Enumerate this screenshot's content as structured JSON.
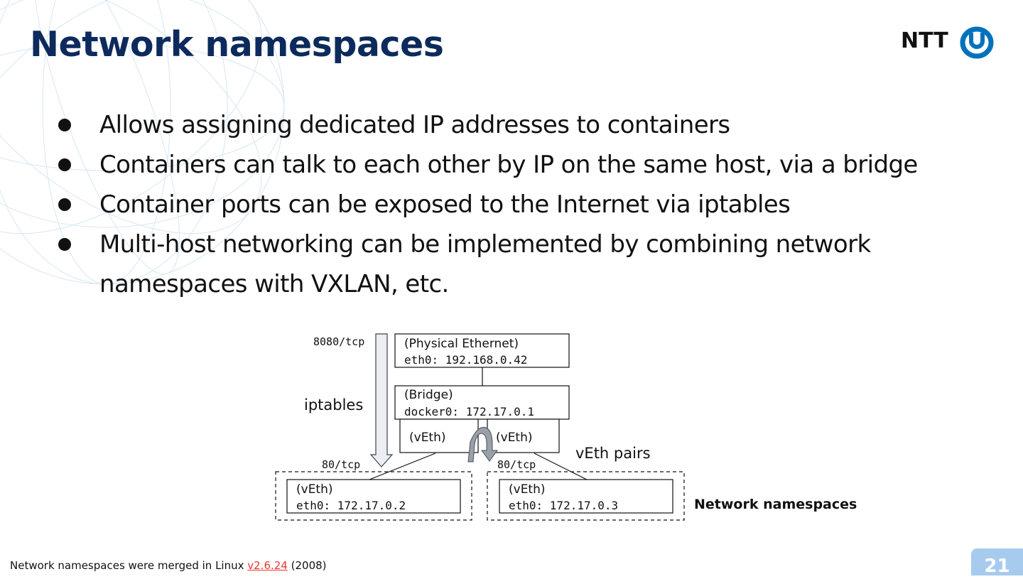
{
  "slide": {
    "title": "Network namespaces",
    "logo_text": "NTT",
    "page_number": "21"
  },
  "bullets": [
    "Allows assigning dedicated IP addresses to containers",
    "Containers can talk to each other by IP on the same host, via a bridge",
    "Container ports can be exposed to the Internet via iptables",
    "Multi-host networking can be implemented by combining network namespaces with VXLAN, etc."
  ],
  "diagram": {
    "port_outer": "8080/tcp",
    "iptables": "iptables",
    "port_inner_left": "80/tcp",
    "port_inner_right": "80/tcp",
    "physical": {
      "kind": "(Physical Ethernet)",
      "addr": "eth0: 192.168.0.42"
    },
    "bridge": {
      "kind": "(Bridge)",
      "addr": "docker0: 172.17.0.1"
    },
    "veth_left": "(vEth)",
    "veth_right": "(vEth)",
    "veth_pairs": "vEth pairs",
    "ns_left": {
      "kind": "(vEth)",
      "addr": "eth0: 172.17.0.2"
    },
    "ns_right": {
      "kind": "(vEth)",
      "addr": "eth0: 172.17.0.3"
    },
    "namespaces_label": "Network namespaces"
  },
  "footnote": {
    "prefix": "Network namespaces were merged in Linux ",
    "link": "v2.6.24",
    "suffix": " (2008)"
  },
  "colors": {
    "title": "#0d2a5c",
    "logo_blue": "#0072bc",
    "link": "#e8382f",
    "page_badge": "#a7cbee",
    "arrow_fill": "#eceef2",
    "curve_arrow": "#9aa0a8"
  }
}
